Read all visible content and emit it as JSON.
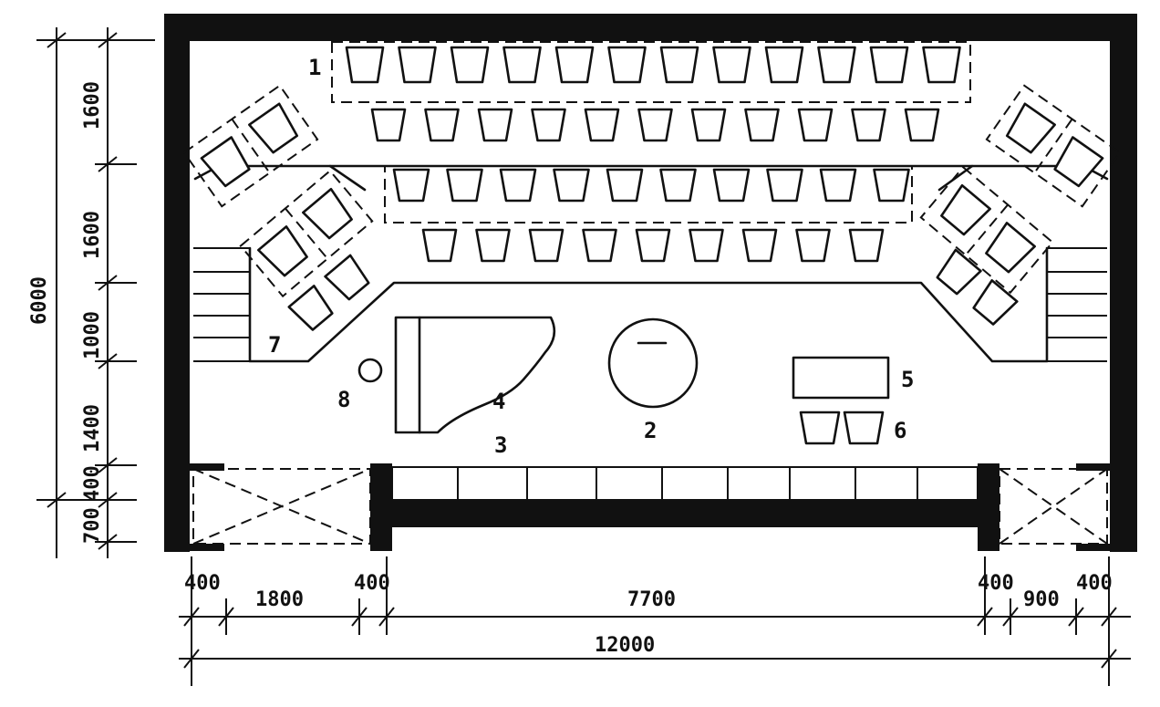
{
  "labels": {
    "seats": "1",
    "table": "2",
    "stage_edge": "3",
    "piano": "4",
    "desk": "5",
    "chairs": "6",
    "stairs": "7",
    "stool": "8"
  },
  "dimensions": {
    "horizontal_parts": [
      "400",
      "1800",
      "400",
      "7700",
      "400",
      "900",
      "400"
    ],
    "horizontal_total": "12000",
    "vertical_parts": [
      "1600",
      "1600",
      "1000",
      "1400",
      "400",
      "700"
    ],
    "vertical_total": "6000"
  },
  "colors": {
    "ink": "#111111",
    "paper": "#ffffff"
  }
}
